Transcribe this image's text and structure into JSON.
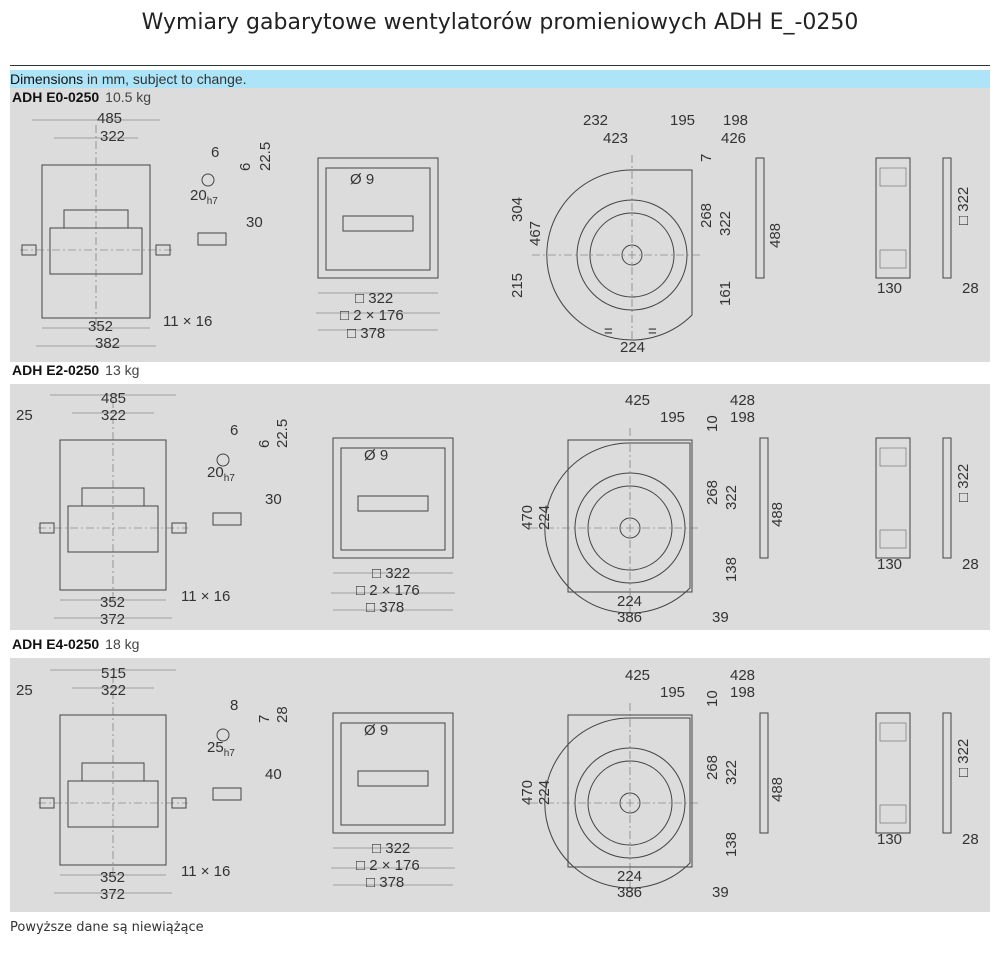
{
  "title": "Wymiary gabarytowe wentylatorów promieniowych ADH E_-0250",
  "header": {
    "bold": "Dimensions",
    "rest": " in mm, subject to change."
  },
  "panels": [
    {
      "model": "ADH E0-0250",
      "weight": "10.5 kg",
      "dims": {
        "a": "485",
        "b": "322",
        "k1": "6",
        "k2": "6",
        "k3": "22.5",
        "shaft": "20",
        "tol": "h7",
        "key": "30",
        "hole": "Ø 9",
        "c": "352",
        "d": "382",
        "slot": "11 × 16",
        "f1": "□ 322",
        "f2": "□ 2 × 176",
        "f3": "□ 378",
        "s1": "232",
        "s2": "195",
        "s3": "423",
        "s4": "198",
        "s5": "426",
        "s6": "7",
        "s7": "304",
        "s8": "467",
        "s9": "215",
        "s10": "268",
        "s11": "322",
        "s12": "488",
        "s13": "161",
        "eq1": "=",
        "eq2": "=",
        "s14": "224",
        "v1": "130",
        "v2": "□ 322",
        "v3": "28"
      }
    },
    {
      "model": "ADH E2-0250",
      "weight": "13 kg",
      "dims": {
        "e": "25",
        "a": "485",
        "b": "322",
        "k1": "6",
        "k2": "6",
        "k3": "22.5",
        "shaft": "20",
        "tol": "h7",
        "key": "30",
        "hole": "Ø 9",
        "c": "352",
        "d": "372",
        "slot": "11 × 16",
        "f1": "□ 322",
        "f2": "□ 2 × 176",
        "f3": "□ 378",
        "s1": "425",
        "s2": "428",
        "s3": "195",
        "s4": "198",
        "s5": "10",
        "s6": "470",
        "s7": "224",
        "s8": "268",
        "s9": "322",
        "s10": "488",
        "s11": "138",
        "s12": "224",
        "s13": "386",
        "s14": "39",
        "v1": "130",
        "v2": "□ 322",
        "v3": "28"
      }
    },
    {
      "model": "ADH E4-0250",
      "weight": "18 kg",
      "dims": {
        "e": "25",
        "a": "515",
        "b": "322",
        "k1": "8",
        "k2": "7",
        "k3": "28",
        "shaft": "25",
        "tol": "h7",
        "key": "40",
        "hole": "Ø 9",
        "c": "352",
        "d": "372",
        "slot": "11 × 16",
        "f1": "□ 322",
        "f2": "□ 2 × 176",
        "f3": "□ 378",
        "s1": "425",
        "s2": "428",
        "s3": "195",
        "s4": "198",
        "s5": "10",
        "s6": "470",
        "s7": "224",
        "s8": "268",
        "s9": "322",
        "s10": "488",
        "s11": "138",
        "s12": "224",
        "s13": "386",
        "s14": "39",
        "v1": "130",
        "v2": "□ 322",
        "v3": "28"
      }
    }
  ],
  "footer": "Powyższe dane są niewiążące"
}
